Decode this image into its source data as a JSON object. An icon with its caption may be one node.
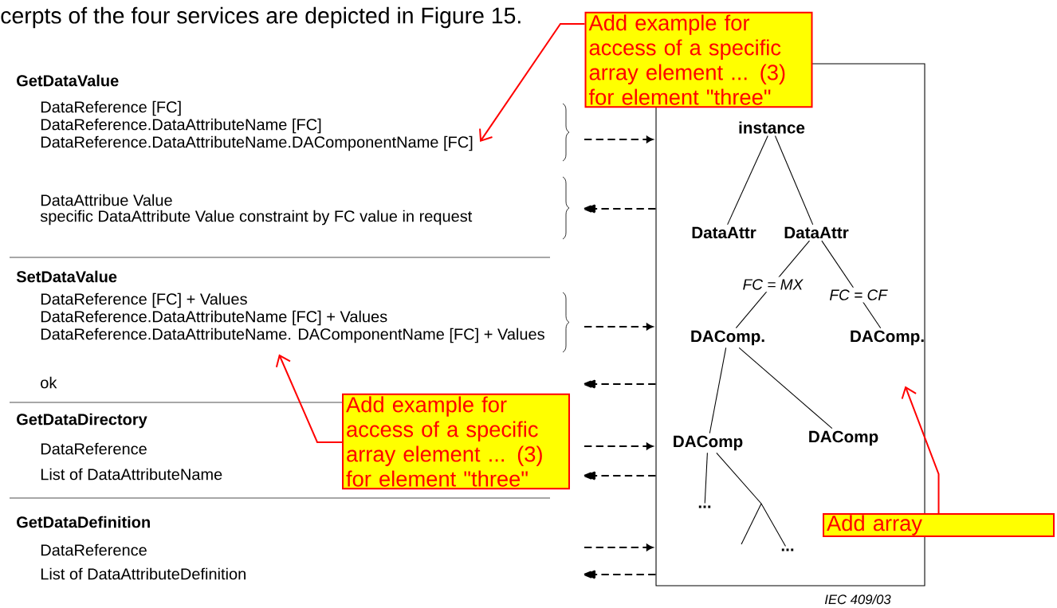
{
  "diagram": {
    "nodes": [
      {
        "text": [
          "DataReference [FC]",
          "DataReference.DataAttributeName [FC]",
          "DataReference.DataAttributeName.DAComponentName [FC]"
        ]
      },
      {
        "text": [
          "DataReference [FC] +  Values",
          "DataReference.DataAttributeName [FC] + Values",
          "DataReference.DataAttributeName. DAComponentName [FC] + Values"
        ]
      },
      {
        "text": [],
        "shape": "box"
      },
      {
        "text": [
          "instance"
        ],
        "in": 2
      },
      {
        "text": [
          "DataAttr"
        ],
        "in": 2
      },
      {
        "text": [
          "DataAttr"
        ],
        "in": 2
      },
      {
        "text": [
          "DAComp."
        ],
        "in": 2
      },
      {
        "text": [
          "DAComp."
        ],
        "in": 2
      },
      {
        "text": [
          "DAComp"
        ],
        "in": 2
      },
      {
        "text": [
          "DAComp"
        ],
        "in": 2
      },
      {
        "text": [
          "..."
        ],
        "in": 2
      },
      {
        "text": [
          "..."
        ],
        "in": 2
      },
      {
        "text": [
          "Add example for access of a specific array element ... (3) for element \"three\""
        ]
      },
      {
        "text": [
          "Add example for access of a specific array element ... (3) for element \"three\""
        ]
      },
      {
        "text": [
          "Add array"
        ]
      }
    ],
    "edges": [
      {
        "from": null,
        "to": 2,
        "arrow": "to",
        "style": "dashed"
      },
      {
        "from": 2,
        "to": null,
        "arrow": "to",
        "style": "dashed"
      },
      {
        "from": null,
        "to": 2,
        "arrow": "to",
        "style": "dashed"
      },
      {
        "from": 2,
        "to": null,
        "arrow": "to",
        "style": "dashed"
      },
      {
        "from": null,
        "to": 2,
        "arrow": "to",
        "style": "dashed"
      },
      {
        "from": 2,
        "to": null,
        "arrow": "to",
        "style": "dashed"
      },
      {
        "from": null,
        "to": 2,
        "arrow": "to",
        "style": "dashed"
      },
      {
        "from": 2,
        "to": null,
        "arrow": "to",
        "style": "dashed"
      },
      {
        "from": 3,
        "to": 4,
        "arrow": "none"
      },
      {
        "from": 3,
        "to": 5,
        "arrow": "none"
      },
      {
        "from": 5,
        "to": 6,
        "arrow": "none",
        "label": "FC = MX"
      },
      {
        "from": 5,
        "to": 7,
        "arrow": "none",
        "label": "FC = CF"
      },
      {
        "from": 6,
        "to": 8,
        "arrow": "none"
      },
      {
        "from": 6,
        "to": 9,
        "arrow": "none"
      },
      {
        "from": 8,
        "to": 10,
        "arrow": "none"
      },
      {
        "from": 8,
        "to": 11,
        "arrow": "none"
      },
      {
        "from": 12,
        "to": 0,
        "arrow": "to",
        "color": "#ff0000"
      },
      {
        "from": 13,
        "to": 1,
        "arrow": "to",
        "color": "#ff0000"
      },
      {
        "from": 14,
        "to": 2,
        "arrow": "to",
        "color": "#ff0000"
      }
    ],
    "labels": [
      "cerpts of the four services are depicted in Figure 15.",
      "GetDataValue",
      "DataAttribue Value",
      "specific DataAttribute Value constraint by FC value in request",
      "SetDataValue",
      "ok",
      "GetDataDirectory",
      "DataReference",
      "List of DataAttributeName",
      "GetDataDefinition",
      "DataReference",
      "List of DataAttributeDefinition",
      "IEC 409/03"
    ]
  }
}
